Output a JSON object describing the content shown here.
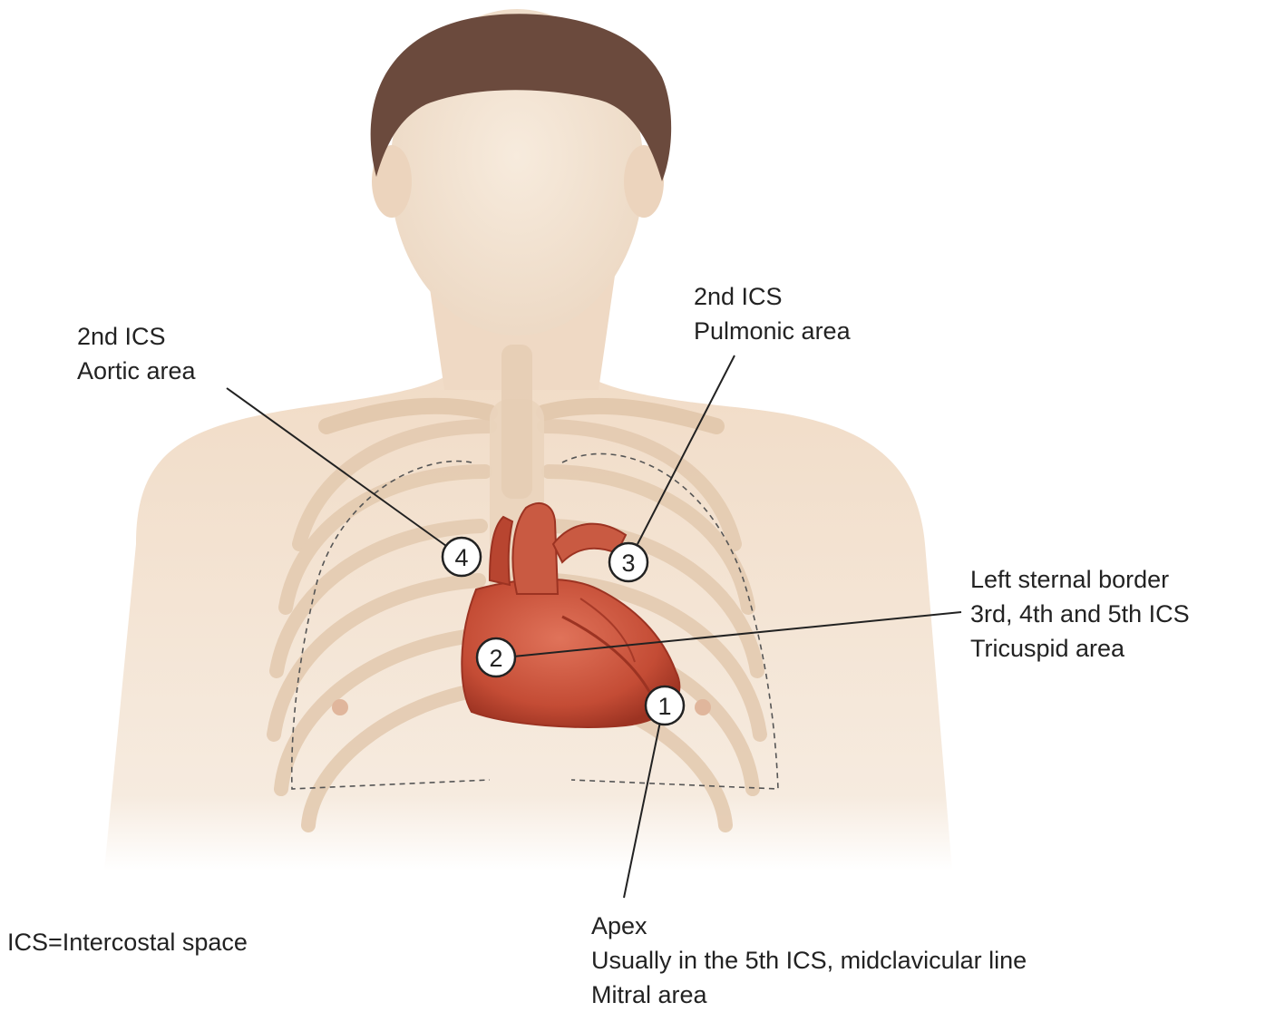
{
  "markers": [
    {
      "id": "1",
      "lines": [
        "Apex",
        "Usually in the 5th ICS, midclavicular line",
        "Mitral area"
      ]
    },
    {
      "id": "2",
      "lines": [
        "Left sternal border",
        "3rd, 4th and 5th ICS",
        "Tricuspid area"
      ]
    },
    {
      "id": "3",
      "lines": [
        "2nd ICS",
        "Pulmonic area"
      ]
    },
    {
      "id": "4",
      "lines": [
        "2nd ICS",
        "Aortic area"
      ]
    }
  ],
  "legend": "ICS=Intercostal space",
  "colors": {
    "skin": "#f2dfcb",
    "skin_shadow": "#e8cdb2",
    "hair": "#6b4a3d",
    "bone": "#e9d3bd",
    "heart": "#c9523b",
    "heart_dark": "#9c3322",
    "leader_line": "#222222"
  }
}
